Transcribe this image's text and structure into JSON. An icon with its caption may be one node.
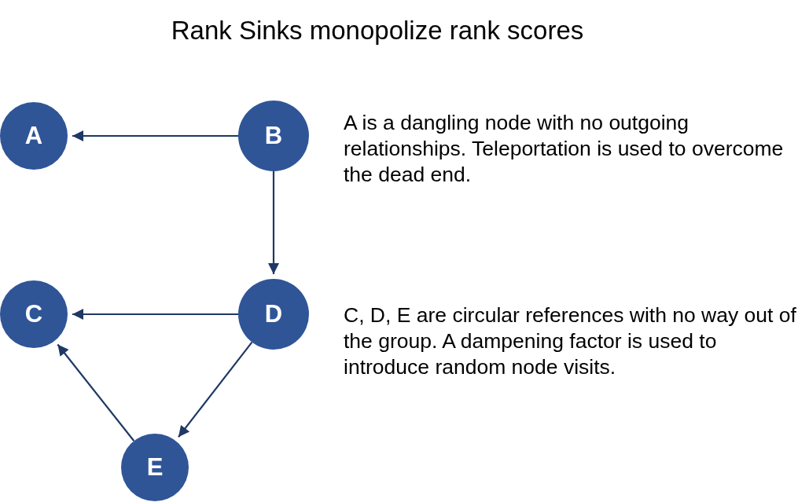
{
  "diagram": {
    "title": "Rank Sinks monopolize rank scores",
    "nodes": [
      {
        "text": [
          "A"
        ]
      },
      {
        "text": [
          "B"
        ]
      },
      {
        "text": [
          "C"
        ]
      },
      {
        "text": [
          "D"
        ]
      },
      {
        "text": [
          "E"
        ]
      }
    ],
    "edges": [
      {
        "from": 1,
        "to": 0,
        "arrow": "to"
      },
      {
        "from": 1,
        "to": 3,
        "arrow": "to"
      },
      {
        "from": 3,
        "to": 2,
        "arrow": "to"
      },
      {
        "from": 3,
        "to": 4,
        "arrow": "to"
      },
      {
        "from": 4,
        "to": 2,
        "arrow": "to"
      }
    ],
    "labels": [
      "A is a dangling node with no outgoing relationships. Teleportation is used to overcome the dead end.",
      "C, D, E are circular references with no way out of the group. A dampening factor is used to introduce random node visits."
    ]
  }
}
